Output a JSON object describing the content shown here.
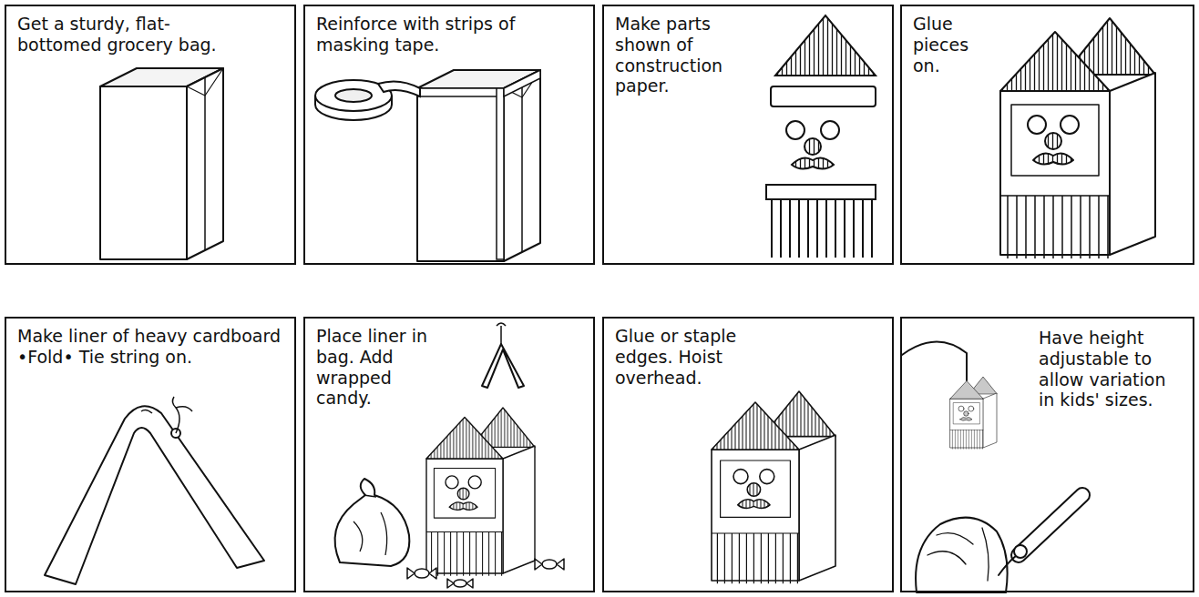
{
  "diagram": {
    "nodes": [
      {
        "text": [
          "Get a sturdy, flat-bottomed grocery bag."
        ]
      },
      {
        "text": [
          "Reinforce with strips of masking tape."
        ]
      },
      {
        "text": [
          "Make parts shown of construction paper."
        ]
      },
      {
        "text": [
          "Glue pieces on."
        ]
      },
      {
        "text": [
          "Make liner of heavy cardboard •Fold• Tie string on."
        ]
      },
      {
        "text": [
          "Place liner in bag. Add wrapped candy."
        ]
      },
      {
        "text": [
          "Glue or staple edges. Hoist overhead."
        ]
      },
      {
        "text": [
          "Have height adjustable to allow variation in kids' sizes."
        ]
      }
    ]
  }
}
